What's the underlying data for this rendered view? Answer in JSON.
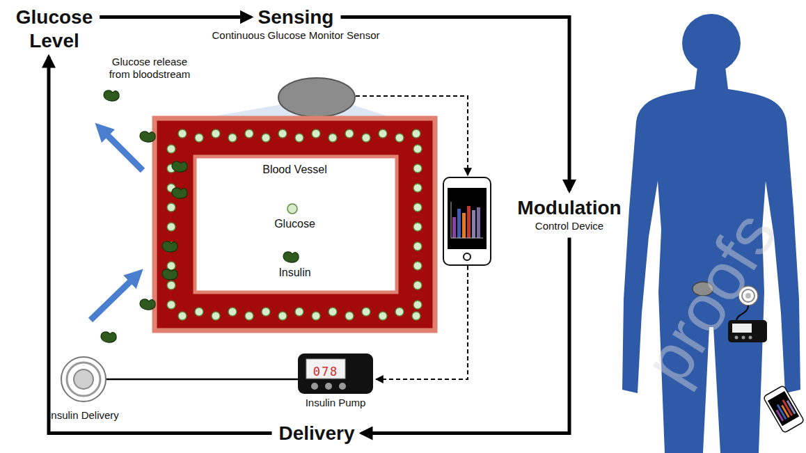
{
  "diagram": {
    "nodes": [
      {
        "text": [
          "Glucose Level"
        ]
      },
      {
        "text": [
          "Sensing",
          "Continuous Glucose Monitor Sensor"
        ]
      },
      {
        "text": [
          "Modulation",
          "Control Device"
        ]
      },
      {
        "text": [
          "Delivery"
        ]
      },
      {
        "text": [
          "Blood Vessel",
          "Glucose",
          "Insulin"
        ]
      },
      {
        "text": [
          "078",
          "Insulin Pump"
        ]
      }
    ],
    "edges": [
      {
        "from": 0,
        "to": 1,
        "arrow": "to"
      },
      {
        "from": 1,
        "to": 2,
        "arrow": "to"
      },
      {
        "from": 2,
        "to": 3,
        "arrow": "to"
      },
      {
        "from": 3,
        "to": 0,
        "arrow": "to"
      }
    ],
    "labels": [
      "Glucose release from bloodstream",
      "Insulin Delivery",
      "proofs"
    ]
  }
}
